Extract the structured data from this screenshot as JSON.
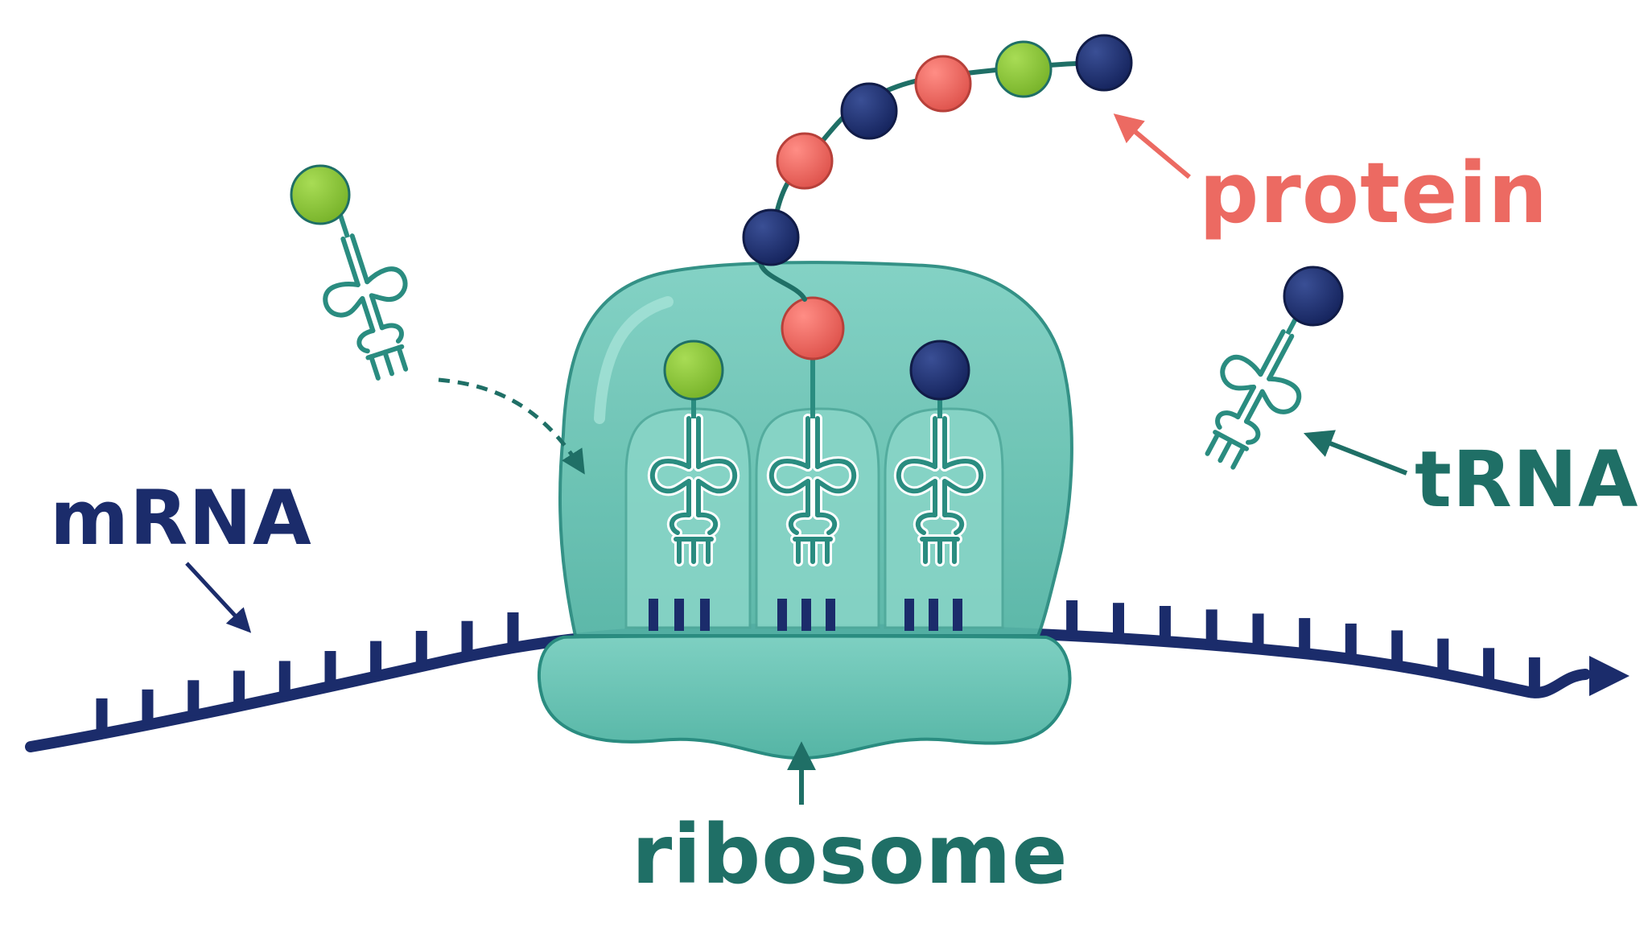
{
  "labels": {
    "mrna": "mRNA",
    "protein": "protein",
    "trna": "tRNA",
    "ribosome": "ribosome"
  },
  "colors": {
    "navy": "#1b2c6b",
    "teal": "#2a8c80",
    "teal_dark": "#1f6f66",
    "ribosome_fill": "#5fc0b0",
    "ribosome_light": "#8ad6c8",
    "coral": "#ec6a62",
    "green": "#8cc43c",
    "white": "#ffffff"
  },
  "icons": {
    "amino_acid": "bead-icon",
    "trna": "cloverleaf-trna-icon",
    "arrow": "arrow-icon"
  }
}
